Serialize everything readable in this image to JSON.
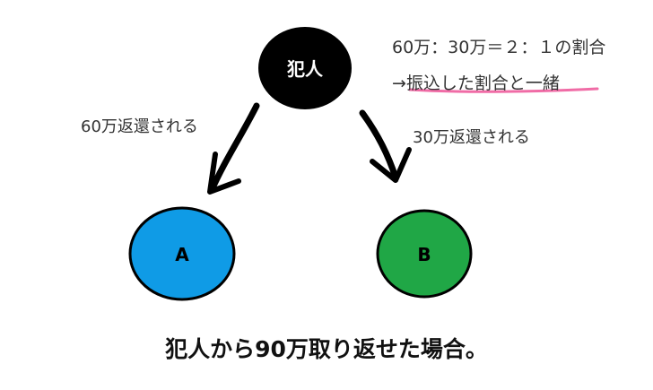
{
  "nodes": {
    "culprit": {
      "label": "犯人",
      "fill": "#000000",
      "text_color": "#ffffff"
    },
    "a": {
      "label": "A",
      "fill": "#0f9be6",
      "text_color": "#000000"
    },
    "b": {
      "label": "B",
      "fill": "#20a746",
      "text_color": "#000000"
    }
  },
  "edges": {
    "to_a": "60万返還される",
    "to_b": "30万返還される"
  },
  "notes": {
    "ratio": "60万：30万＝２：１の割合",
    "same_ratio": "→振込した割合と一緒"
  },
  "caption": "犯人から90万取り返せた場合。",
  "colors": {
    "underline": "#f06ca6",
    "arrow": "#000000",
    "text": "#333333"
  }
}
